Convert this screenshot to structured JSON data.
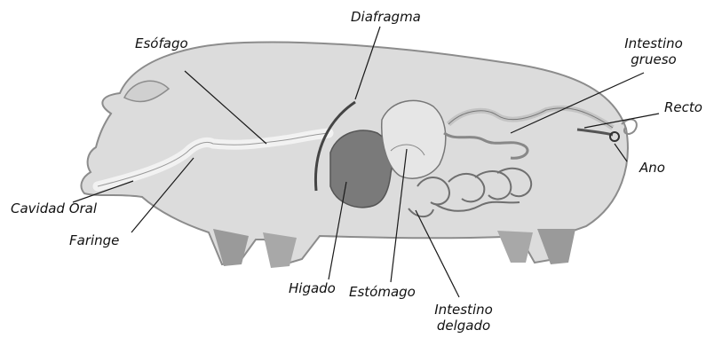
{
  "labels": {
    "diafragma": "Diafragma",
    "esofago": "Esófago",
    "intestino_grueso_1": "Intestino",
    "intestino_grueso_2": "grueso",
    "recto": "Recto",
    "ano": "Ano",
    "cavidad_oral": "Cavidad Oral",
    "faringe": "Faringe",
    "higado": "Higado",
    "estomago": "Estómago",
    "intestino_delgado_1": "Intestino",
    "intestino_delgado_2": "delgado"
  },
  "colors": {
    "body": "#dcdcdc",
    "outline": "#8c8c8c",
    "liver": "#7a7a7a",
    "stomach": "#e6e6e6",
    "intestine": "#c4c4c4",
    "leader": "#1a1a1a"
  }
}
